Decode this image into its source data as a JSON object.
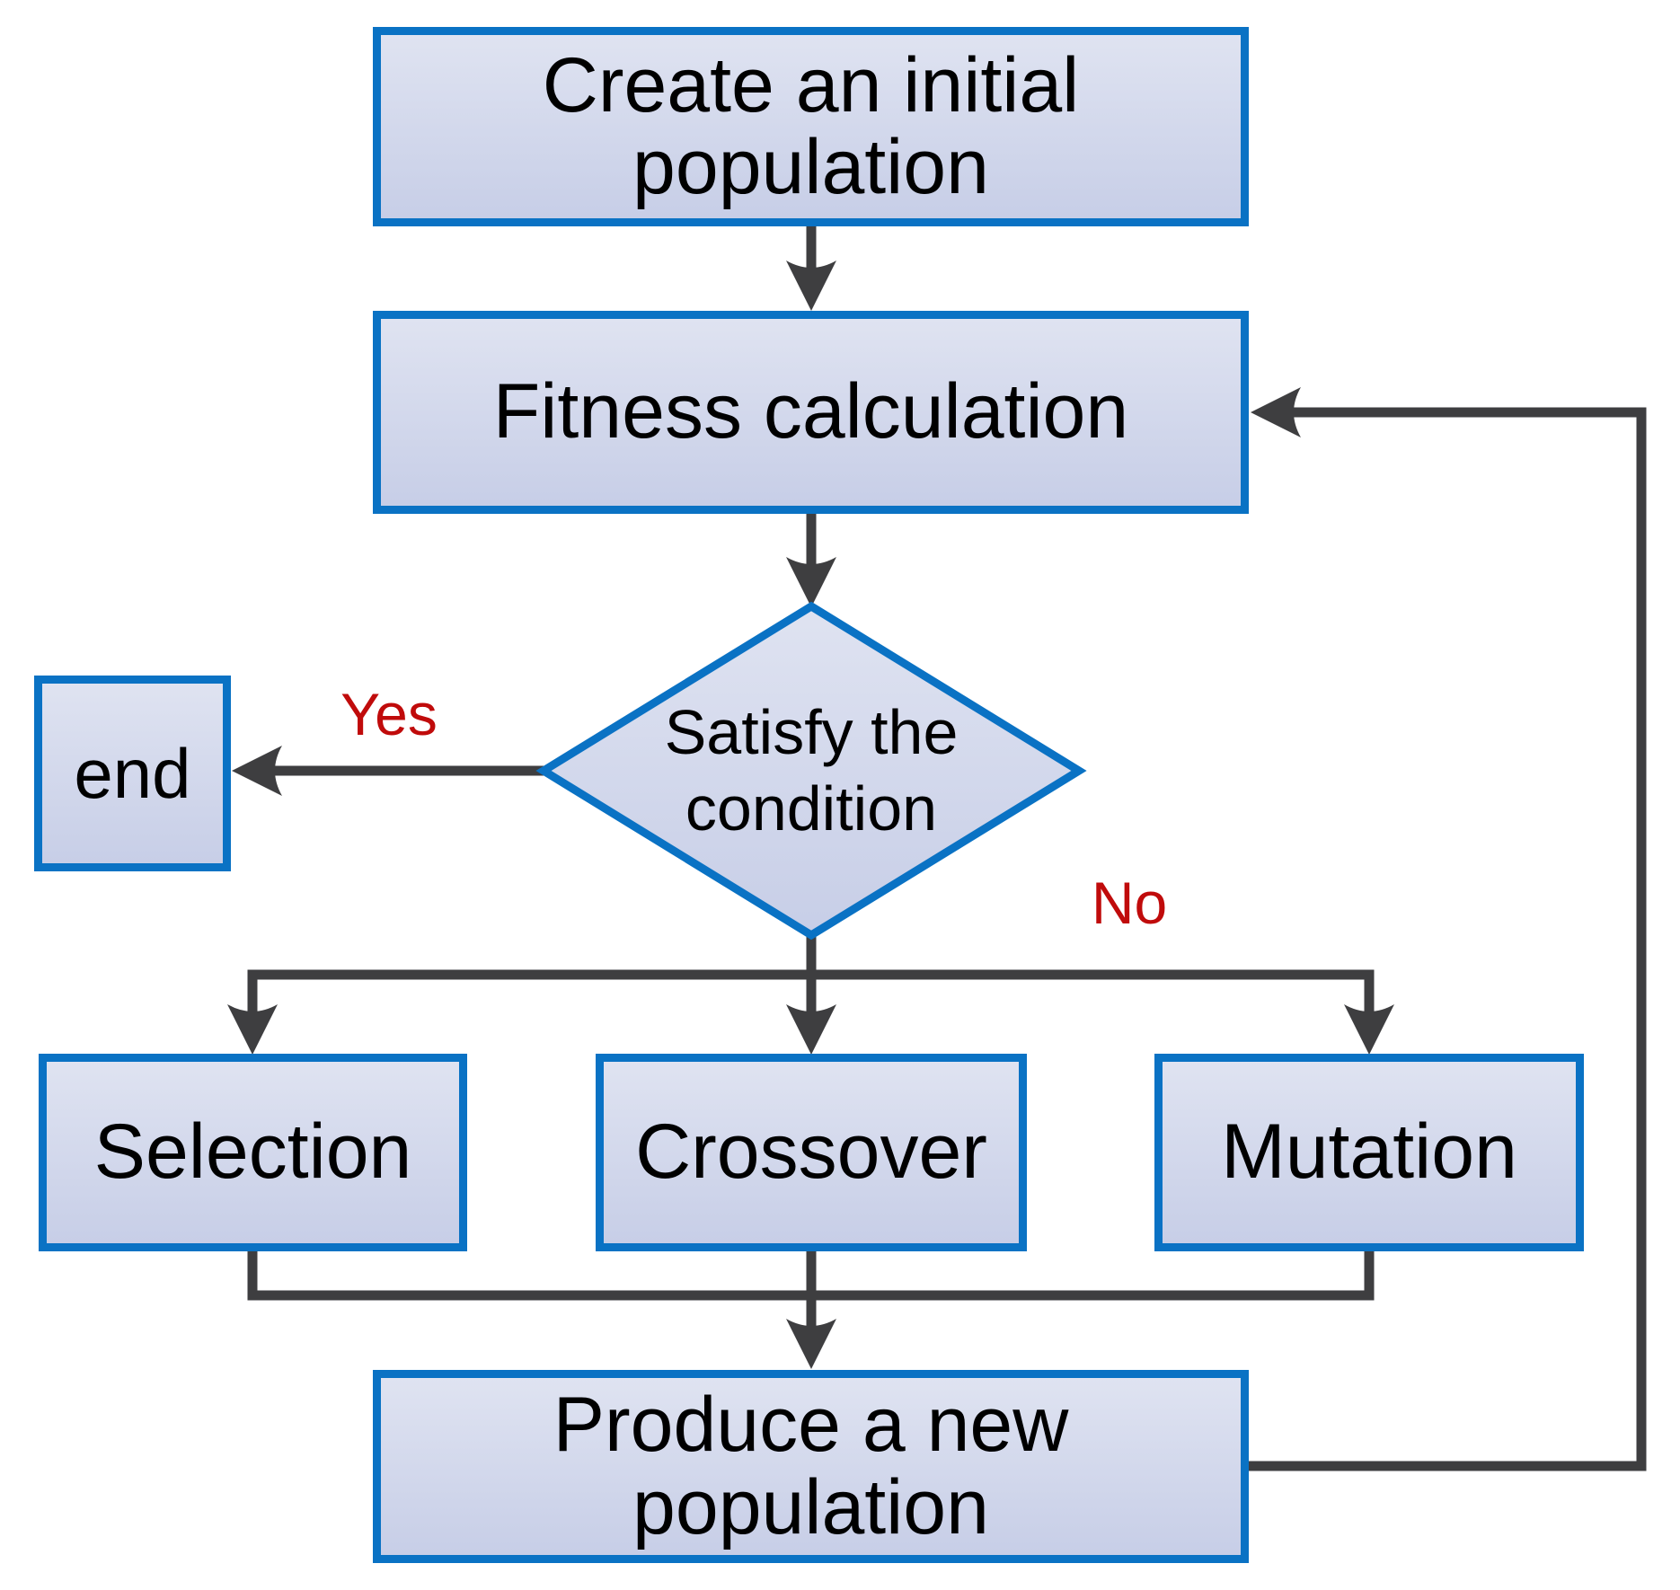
{
  "diagram": {
    "type": "flowchart",
    "subject": "genetic-algorithm-loop",
    "colors": {
      "node_border": "#0a72c4",
      "node_fill_top": "#dfe3f1",
      "node_fill_bottom": "#c7cee7",
      "connector": "#3e3e40",
      "decision_label": "#c00b0b",
      "text": "#000000",
      "background": "#ffffff"
    },
    "nodes": [
      {
        "id": "create",
        "shape": "process",
        "label": "Create an initial population"
      },
      {
        "id": "fitness",
        "shape": "process",
        "label": "Fitness calculation"
      },
      {
        "id": "condition",
        "shape": "decision",
        "label": "Satisfy the condition"
      },
      {
        "id": "end",
        "shape": "process",
        "label": "end"
      },
      {
        "id": "selection",
        "shape": "process",
        "label": "Selection"
      },
      {
        "id": "crossover",
        "shape": "process",
        "label": "Crossover"
      },
      {
        "id": "mutation",
        "shape": "process",
        "label": "Mutation"
      },
      {
        "id": "produce",
        "shape": "process",
        "label": "Produce a new population"
      }
    ],
    "edges": [
      {
        "from": "create",
        "to": "fitness",
        "label": ""
      },
      {
        "from": "fitness",
        "to": "condition",
        "label": ""
      },
      {
        "from": "condition",
        "to": "end",
        "label": "Yes"
      },
      {
        "from": "condition",
        "to": "selection, crossover, mutation",
        "label": "No"
      },
      {
        "from": "selection, crossover, mutation",
        "to": "produce",
        "label": ""
      },
      {
        "from": "produce",
        "to": "fitness",
        "label": ""
      }
    ]
  }
}
